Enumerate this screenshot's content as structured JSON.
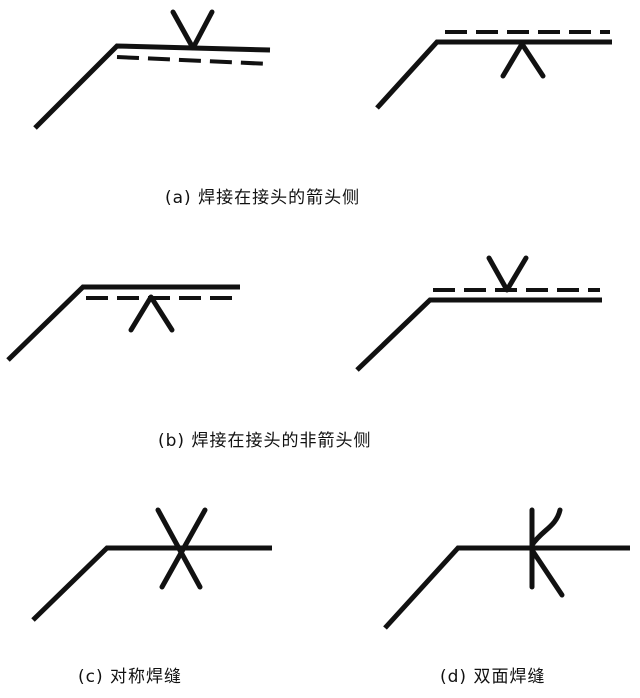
{
  "captions": {
    "a": "(a)  焊接在接头的箭头侧",
    "b": "(b)  焊接在接头的非箭头侧",
    "c": "(c)  对称焊缝",
    "d": "(d)  双面焊缝"
  }
}
